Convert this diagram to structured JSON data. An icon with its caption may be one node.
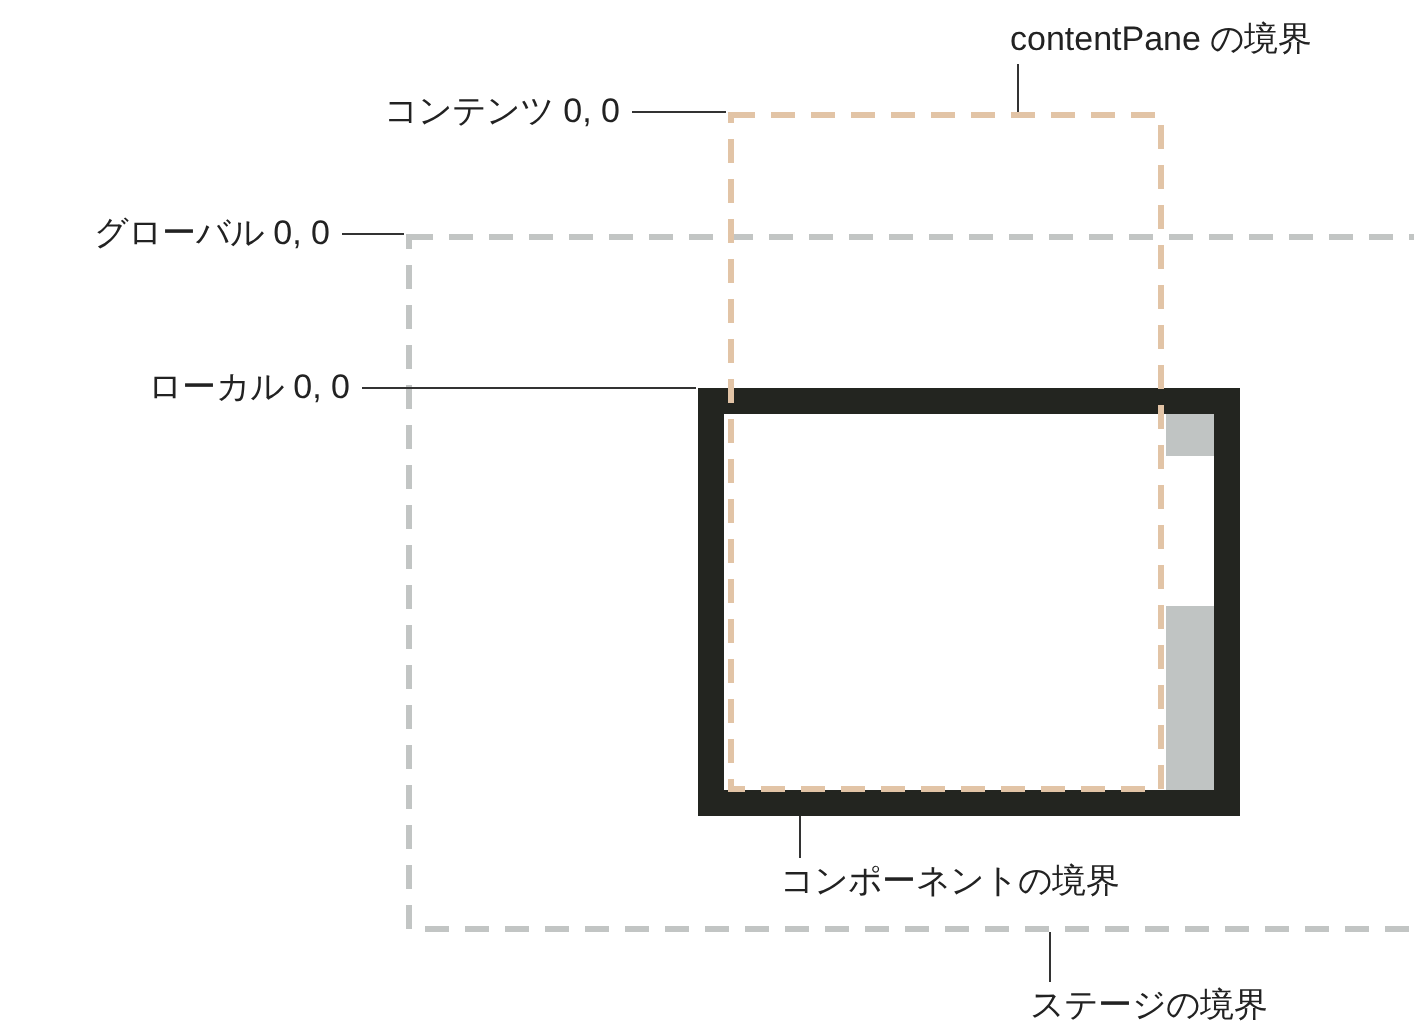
{
  "diagram": {
    "nodes": [
      {
        "text": [],
        "shape": "box"
      },
      {
        "text": [],
        "shape": "box"
      },
      {
        "text": [],
        "shape": "box",
        "in": 0
      },
      {
        "text": [
          "コンテンツ 0, 0"
        ]
      },
      {
        "text": [
          "グローバル 0, 0"
        ]
      },
      {
        "text": [
          "ローカル 0, 0"
        ]
      },
      {
        "text": [
          "contentPane の境界"
        ]
      },
      {
        "text": [
          "コンポーネントの境界"
        ],
        "in": 0
      },
      {
        "text": [
          "ステージの境界"
        ]
      }
    ],
    "edges": [
      {
        "from": 3,
        "to": 1,
        "arrow": "none"
      },
      {
        "from": 4,
        "to": 0,
        "arrow": "none"
      },
      {
        "from": 5,
        "to": 2,
        "arrow": "none"
      },
      {
        "from": 6,
        "to": 1,
        "arrow": "none"
      },
      {
        "from": 7,
        "to": 2,
        "arrow": "none"
      },
      {
        "from": 8,
        "to": 0,
        "arrow": "none"
      }
    ]
  }
}
